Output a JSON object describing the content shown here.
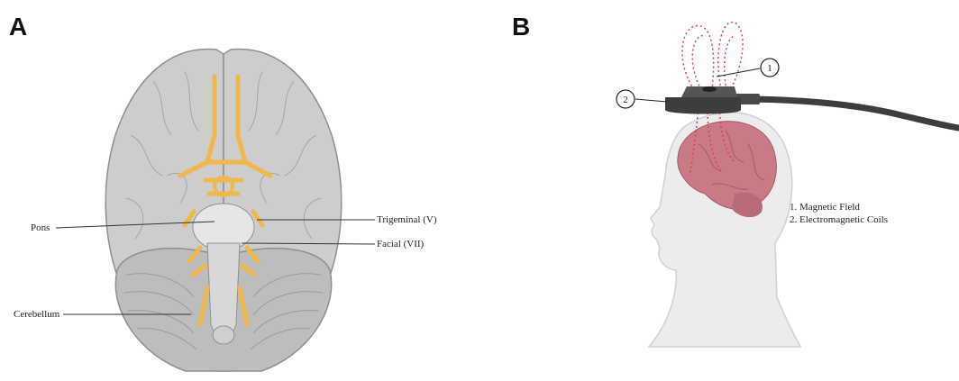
{
  "panels": {
    "a": {
      "letter": "A",
      "labels": {
        "pons": "Pons",
        "trigeminal": "Trigeminal (V)",
        "facial": "Facial (VII)",
        "cerebellum": "Cerebellum"
      }
    },
    "b": {
      "letter": "B",
      "callouts": [
        "1",
        "2"
      ],
      "legend": [
        "1.  Magnetic Field",
        "2.  Electromagnetic  Coils"
      ]
    }
  },
  "colors": {
    "brain_gray": "#c9c9c9",
    "brain_outline": "#8f8f8f",
    "nerve_yellow": "#f0b84a",
    "brain_pink": "#c97a85",
    "coil_dark": "#3d3d3d",
    "field_red": "#d9424f",
    "skin": "#e9e9e9"
  }
}
